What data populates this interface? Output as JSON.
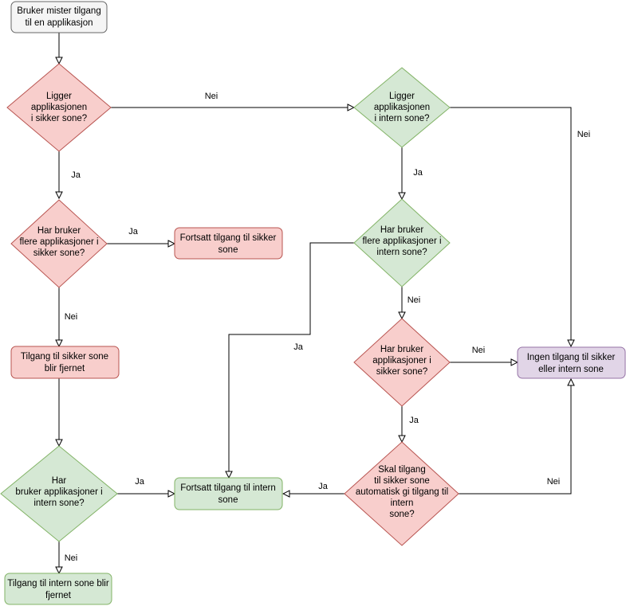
{
  "colors": {
    "start_fill": "#f5f5f5",
    "start_stroke": "#666666",
    "red_fill": "#f8cecc",
    "red_stroke": "#b85450",
    "green_fill": "#d5e8d4",
    "green_stroke": "#82b366",
    "purple_fill": "#e1d5e7",
    "purple_stroke": "#9673a6"
  },
  "nodes": {
    "start": [
      "Bruker mister tilgang",
      "til en applikasjon"
    ],
    "q_sikker": [
      "Ligger",
      "applikasjonen",
      "i sikker sone?"
    ],
    "q_intern": [
      "Ligger",
      "applikasjonen",
      "i intern sone?"
    ],
    "q_flere_sikker": [
      "Har bruker",
      "flere applikasjoner i",
      "sikker sone?"
    ],
    "fortsatt_sikker": [
      "Fortsatt tilgang til sikker",
      "sone"
    ],
    "q_flere_intern": [
      "Har bruker",
      "flere applikasjoner i",
      "intern sone?"
    ],
    "sikker_fjernet": [
      "Tilgang til sikker sone",
      "blir fjernet"
    ],
    "q_har_sikker": [
      "Har bruker",
      "applikasjoner i",
      "sikker sone?"
    ],
    "ingen_tilgang": [
      "Ingen tilgang til sikker",
      "eller intern sone"
    ],
    "q_har_intern": [
      "Har",
      "bruker applikasjoner i",
      "intern sone?"
    ],
    "fortsatt_intern": [
      "Fortsatt tilgang til intern",
      "sone"
    ],
    "q_automatisk": [
      "Skal tilgang",
      "til sikker sone",
      "automatisk gi tilgang til",
      "intern",
      "sone?"
    ],
    "intern_fjernet": [
      "Tilgang til intern sone blir",
      "fjernet"
    ]
  },
  "edges": {
    "sikker_to_intern": "Nei",
    "sikker_to_flere": "Ja",
    "intern_to_ingen": "Nei",
    "intern_to_flere_intern": "Ja",
    "flere_sikker_ja": "Ja",
    "flere_sikker_nei": "Nei",
    "flere_intern_ja": "Ja",
    "flere_intern_nei": "Nei",
    "har_sikker_nei": "Nei",
    "har_sikker_ja": "Ja",
    "har_intern_ja": "Ja",
    "har_intern_nei": "Nei",
    "automatisk_ja": "Ja",
    "automatisk_nei": "Nei"
  }
}
